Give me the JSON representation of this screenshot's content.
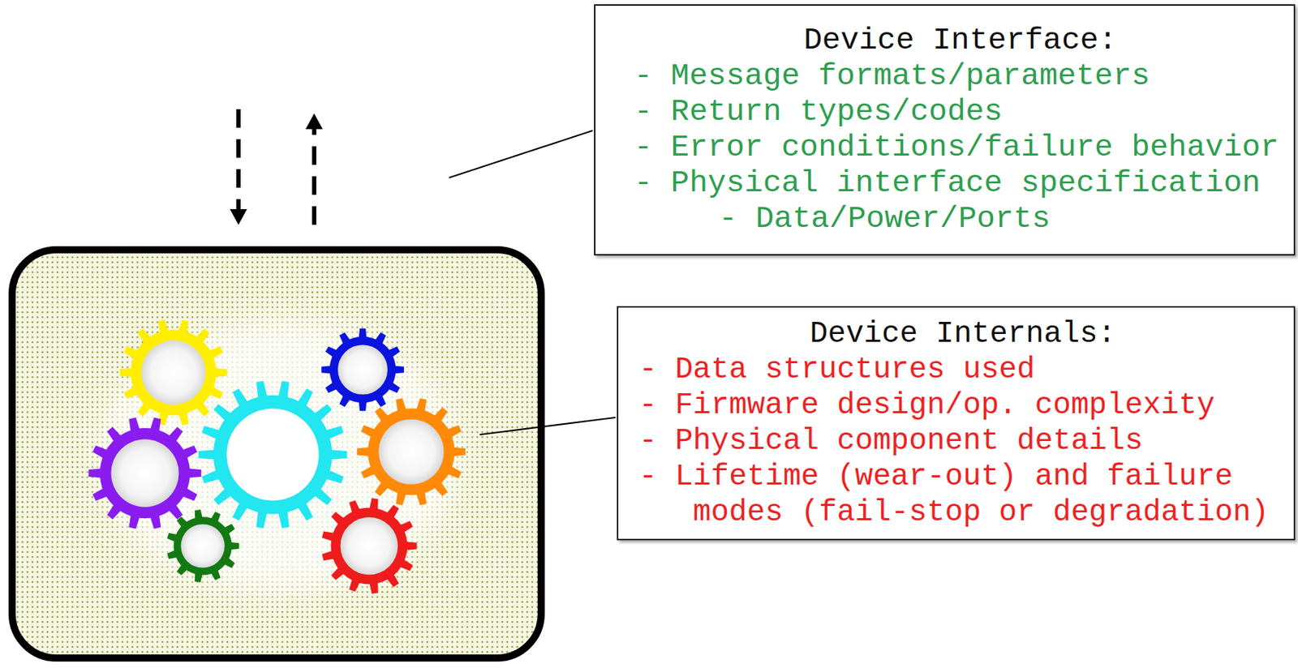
{
  "diagram": {
    "nodes": [
      {
        "text": [
          "Device Interface:",
          "- Message formats/parameters",
          "- Return types/codes",
          "- Error conditions/failure behavior",
          "- Physical interface specification",
          "- Data/Power/Ports"
        ]
      },
      {
        "text": [
          "Device Internals:",
          "- Data structures used",
          "- Firmware design/op. complexity",
          "- Physical component details",
          "- Lifetime (wear-out) and failure modes (fail-stop or degradation)"
        ]
      }
    ]
  }
}
